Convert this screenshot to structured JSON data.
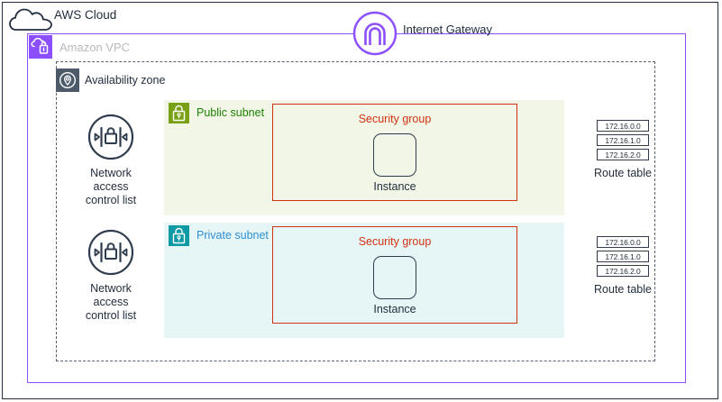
{
  "diagram": {
    "cloud": {
      "label": "AWS Cloud",
      "icon": "cloud-icon",
      "border_color": "#232f3e"
    },
    "vpc": {
      "label": "Amazon VPC",
      "icon": "vpc-icon",
      "border_color": "#8c4fff",
      "label_color": "#b9b9c0"
    },
    "availability_zone": {
      "label": "Availability zone",
      "icon": "availability-zone-icon",
      "border_color": "#59626d"
    },
    "internet_gateway": {
      "label": "Internet Gateway",
      "icon": "internet-gateway-icon",
      "color": "#8c4fff"
    },
    "subnets": [
      {
        "key": "public",
        "label": "Public subnet",
        "icon": "subnet-lock-icon",
        "icon_color": "#7aa116",
        "label_color": "#1d8102",
        "background": "#f2f6e7",
        "security_group": {
          "label": "Security group",
          "color": "#d13212",
          "instance": {
            "label": "Instance",
            "icon": "instance-icon"
          }
        },
        "network_acl": {
          "icon": "network-acl-icon",
          "line1": "Network",
          "line2": "access",
          "line3": "control list"
        },
        "route_table": {
          "label": "Route table",
          "entries": [
            "172.16.0.0",
            "172.16.1.0",
            "172.16.2.0"
          ]
        }
      },
      {
        "key": "private",
        "label": "Private subnet",
        "icon": "subnet-lock-icon",
        "icon_color": "#0d9aa5",
        "label_color": "#2f8fd0",
        "background": "#e6f6f7",
        "security_group": {
          "label": "Security group",
          "color": "#d13212",
          "instance": {
            "label": "Instance",
            "icon": "instance-icon"
          }
        },
        "network_acl": {
          "icon": "network-acl-icon",
          "line1": "Network",
          "line2": "access",
          "line3": "control list"
        },
        "route_table": {
          "label": "Route table",
          "entries": [
            "172.16.0.0",
            "172.16.1.0",
            "172.16.2.0"
          ]
        }
      }
    ]
  }
}
